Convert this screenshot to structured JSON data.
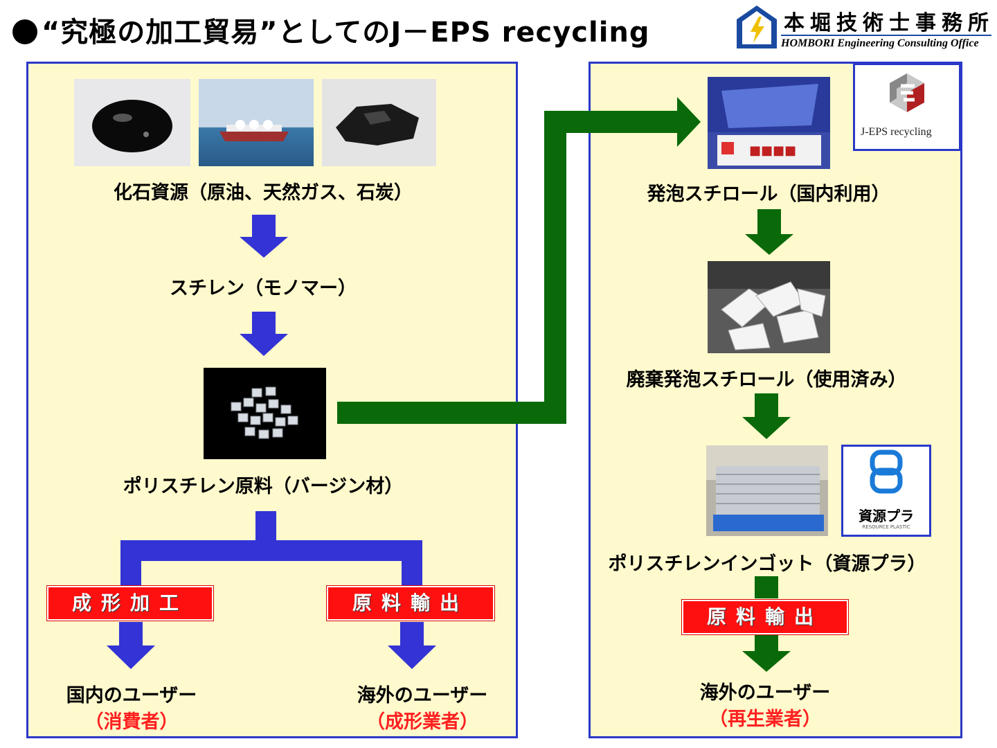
{
  "header": {
    "title": "“究極の加工貿易”としてのJ－EPS recycling",
    "logo_name": "本堀技術士事務所",
    "logo_sub": "HOMBORI Engineering Consulting Office"
  },
  "left_panel": {
    "fossil_label": "化石資源（原油、天然ガス、石炭）",
    "styrene_label": "スチレン（モノマー）",
    "polystyrene_label": "ポリスチレン原料（バージン材）",
    "molding_box": "成形加工",
    "export_box": "原料輸出",
    "domestic_user": "国内のユーザー",
    "domestic_user_sub": "（消費者）",
    "overseas_user": "海外のユーザー",
    "overseas_user_sub": "（成形業者）"
  },
  "right_panel": {
    "eps_label": "発泡スチロール（国内利用）",
    "waste_label": "廃棄発泡スチロール（使用済み）",
    "ingot_label": "ポリスチレンインゴット（資源プラ）",
    "export_box": "原料輸出",
    "overseas_user": "海外のユーザー",
    "overseas_user_sub": "（再生業者）",
    "jeps_logo_text": "J-EPS recycling",
    "resource_logo_text": "資源プラ",
    "resource_logo_sub": "RESOURCE PLASTIC"
  },
  "colors": {
    "blue_arrow": "#3333d6",
    "green_arrow": "#0a6a0a",
    "panel_bg": "#fffacd",
    "panel_border": "#2a38c8",
    "red_box": "#ff1010",
    "red_text": "#ff2020"
  },
  "icons": {
    "logo_mark": "lightning-house-icon",
    "jeps_mark": "cube-s-icon",
    "resource_mark": "s-link-icon"
  }
}
